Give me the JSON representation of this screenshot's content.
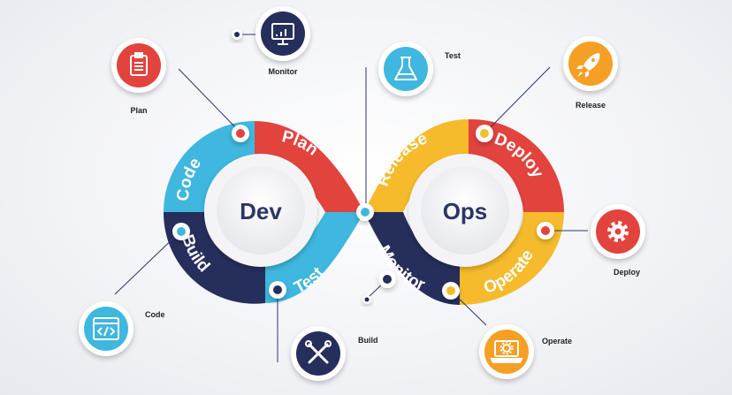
{
  "hubs": {
    "dev": "Dev",
    "ops": "Ops"
  },
  "loop_labels": {
    "code": "Code",
    "plan": "Plan",
    "build": "Build",
    "test": "Test",
    "release": "Release",
    "deploy": "Deploy",
    "monitor": "Monitor",
    "operate": "Operate"
  },
  "captions": {
    "plan": "Plan",
    "monitor": "Monitor",
    "test": "Test",
    "release": "Release",
    "deploy": "Deploy",
    "operate": "Operate",
    "build": "Build",
    "code": "Code"
  },
  "icons": {
    "plan": "clipboard-icon",
    "monitor": "monitor-icon",
    "test": "flask-icon",
    "release": "rocket-icon",
    "deploy": "gear-icon",
    "operate": "laptop-gear-icon",
    "build": "tools-icon",
    "code": "code-window-icon"
  },
  "colors": {
    "cyan": "#3fb7de",
    "red": "#e2433d",
    "navy": "#262e5c",
    "yellow": "#f6bb2c",
    "orange": "#f59f25",
    "hub_text": "#2c3566"
  }
}
